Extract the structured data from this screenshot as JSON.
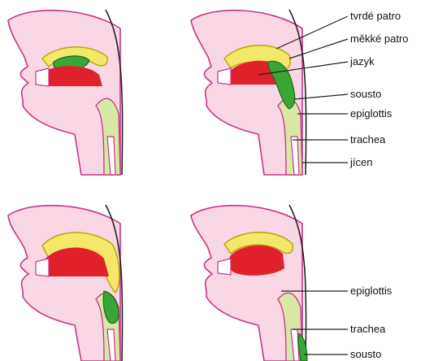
{
  "labels_top": [
    "tvrdé patro",
    "měkké patro",
    "jazyk",
    "sousto",
    "epiglottis",
    "trachea",
    "jícen"
  ],
  "labels_bottom": [
    "epiglottis",
    "trachea",
    "sousto"
  ],
  "colors": {
    "skin": "#f9d7e4",
    "outline": "#c8328a",
    "palate": "#f3e86a",
    "tongue": "#e0202a",
    "bolus": "#3aa635",
    "airway": "#d9e8a6"
  }
}
